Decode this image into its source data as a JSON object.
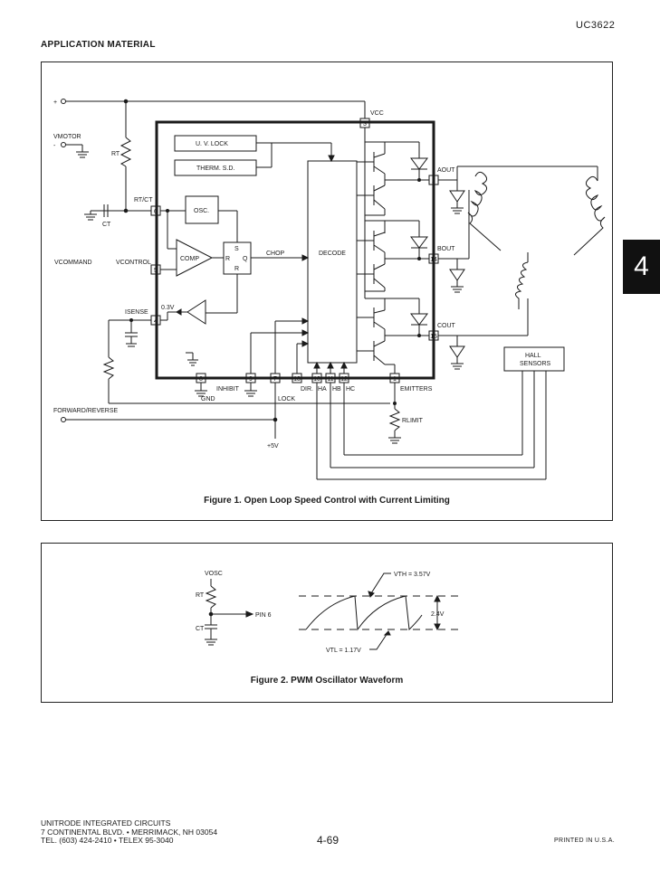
{
  "header": {
    "part_number": "UC3622",
    "section": "APPLICATION MATERIAL"
  },
  "side_tab": "4",
  "figure1": {
    "caption": "Figure 1.  Open Loop Speed Control with Current Limiting",
    "labels": {
      "plus": "+",
      "minus": "-",
      "vmotor": "VMOTOR",
      "rt": "RT",
      "ct": "CT",
      "rtct": "RT/CT",
      "vcommand": "VCOMMAND",
      "vcontrol": "VCONTROL",
      "isense": "ISENSE",
      "forward_reverse": "FORWARD/REVERSE",
      "vcc": "VCC",
      "uv_lock": "U. V. LOCK",
      "therm_sd": "THERM. S.D.",
      "osc": "OSC.",
      "comp": "COMP",
      "s": "S",
      "r": "R",
      "r2": "R",
      "q": "Q",
      "chop": "CHOP",
      "decode": "DECODE",
      "v03": "0.3V",
      "inhibit": "INHIBIT",
      "gnd": "GND",
      "lock": "LOCK",
      "dir": "DIR.",
      "ha": "HA",
      "hb": "HB",
      "hc": "HC",
      "emitters": "EMITTERS",
      "aout": "AOUT",
      "bout": "BOUT",
      "cout": "COUT",
      "hall": "HALL",
      "sensors": "SENSORS",
      "rlimit": "RLIMIT",
      "plus5v": "+5V"
    },
    "pins": {
      "p3": "3",
      "p2": "2",
      "p14": "14",
      "p15": "15",
      "p6": "6",
      "p5": "5",
      "p4": "4",
      "p8": "8",
      "p9": "9",
      "p7": "7",
      "p13": "13",
      "p10": "10",
      "p11": "11",
      "p12": "12",
      "p1": "1"
    }
  },
  "figure2": {
    "caption": "Figure 2. PWM Oscillator Waveform",
    "labels": {
      "vosc": "VOSC",
      "rt": "RT",
      "ct": "CT",
      "pin6": "PIN 6",
      "vth": "VTH = 3.57V",
      "vtl": "VTL = 1.17V",
      "swing": "2.4V"
    }
  },
  "footer": {
    "company": "UNITRODE INTEGRATED CIRCUITS",
    "address": "7 CONTINENTAL BLVD. • MERRIMACK, NH 03054",
    "phone": "TEL. (603) 424-2410 • TELEX 95-3040",
    "page": "4-69",
    "printed": "PRINTED IN U.S.A."
  }
}
